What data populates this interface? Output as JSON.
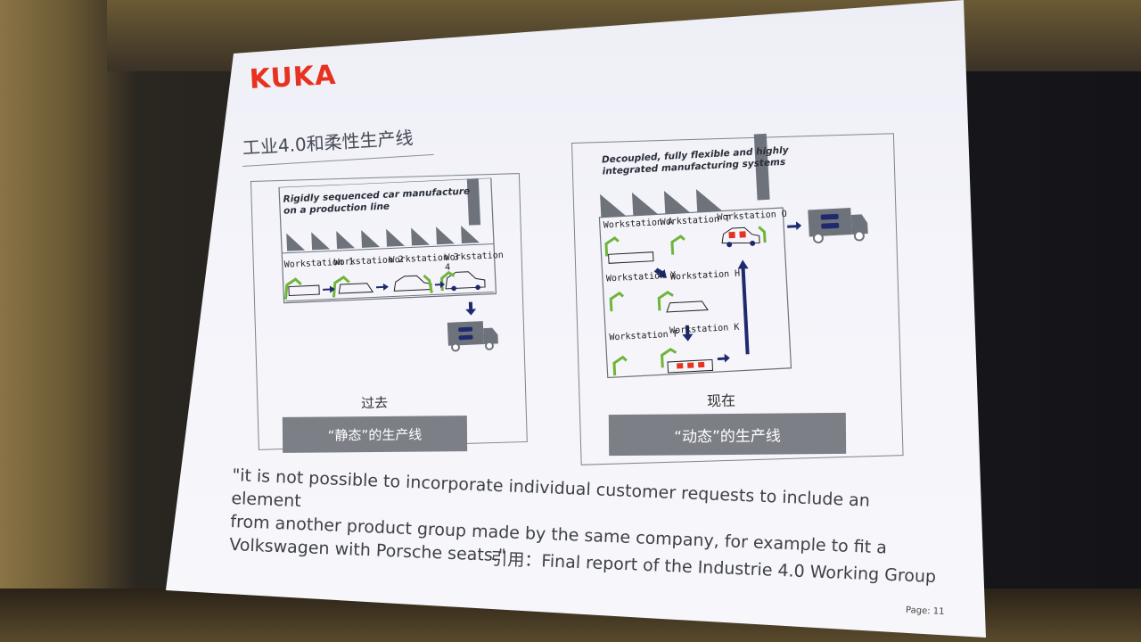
{
  "slide": {
    "logo": "KUKA",
    "title": "工业4.0和柔性生产线",
    "left_panel": {
      "heading_line1": "Rigidly sequenced car manufacture",
      "heading_line2": "on a production line",
      "workstations": [
        "Workstation 1",
        "Workstation 2",
        "Workstation 3",
        "Workstation 4"
      ],
      "label": "过去",
      "button": "“静态”的生产线"
    },
    "right_panel": {
      "heading_line1": "Decoupled, fully flexible and highly",
      "heading_line2": "integrated manufacturing systems",
      "workstations": {
        "a": "Workstation A",
        "t": "Workstation T",
        "o": "Workstation O",
        "x": "Workstation X",
        "h": "Workstation H",
        "f": "Workstation F",
        "k": "Workstation K"
      },
      "label": "现在",
      "button": "“动态”的生产线"
    },
    "quote_line1": "\"it is not possible to incorporate individual customer requests to include an element",
    "quote_line2": "from another product group made by the same company, for example to fit a",
    "quote_line3": "Volkswagen with Porsche seats.\"",
    "source": "引用：Final report of the Industrie 4.0 Working Group",
    "page_label": "Page: 11"
  },
  "colors": {
    "kuka_red": "#e8311f",
    "machine_green": "#6fb53a",
    "arrow_navy": "#1f2a6e",
    "factory_gray": "#6e737b",
    "button_gray": "#7c7f86"
  }
}
